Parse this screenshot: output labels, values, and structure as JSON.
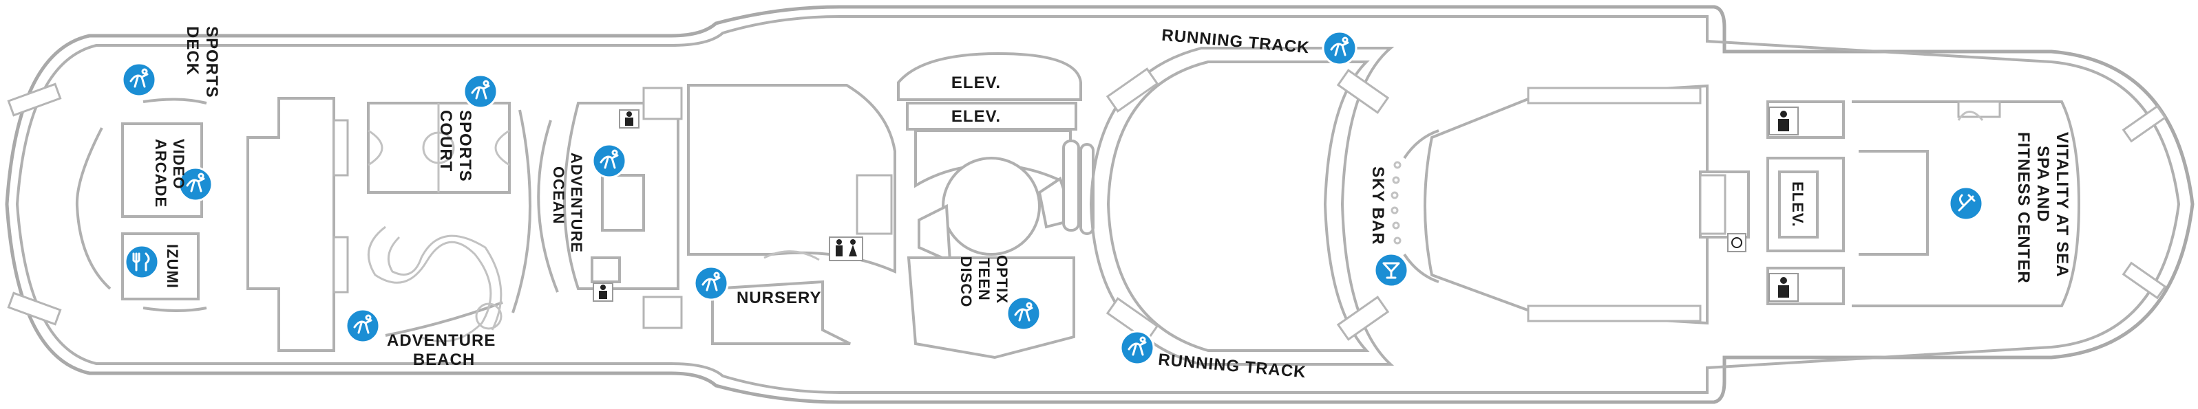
{
  "labels": {
    "sports_deck": [
      "SPORTS",
      "DECK"
    ],
    "video_arcade": [
      "VIDEO",
      "ARCADE"
    ],
    "sports_court": [
      "SPORTS",
      "COURT"
    ],
    "izumi": "IZUMI",
    "adventure_beach": [
      "ADVENTURE",
      "BEACH"
    ],
    "adventure_ocean": [
      "ADVENTURE",
      "OCEAN"
    ],
    "nursery": "NURSERY",
    "elev_top": "ELEV.",
    "elev_mid": "ELEV.",
    "optix": [
      "OPTIX",
      "TEEN",
      "DISCO"
    ],
    "running_track_top": "RUNNING TRACK",
    "running_track_bottom": "RUNNING TRACK",
    "sky_bar": "SKY BAR",
    "elev_aft": "ELEV.",
    "vitality": [
      "VITALITY AT SEA",
      "SPA AND",
      "FITNESS CENTER"
    ]
  },
  "icons": {
    "activity": "activity-icon",
    "dining": "dining-icon",
    "bar": "cocktail-icon",
    "spa": "spa-icon",
    "restroom_men": "restroom-men-icon",
    "restroom_both": "restroom-icon",
    "accessible": "accessible-icon"
  },
  "colors": {
    "icon_blue": "#1b8ed4",
    "outline": "#a9a9a9",
    "text": "#1a1a1a"
  }
}
